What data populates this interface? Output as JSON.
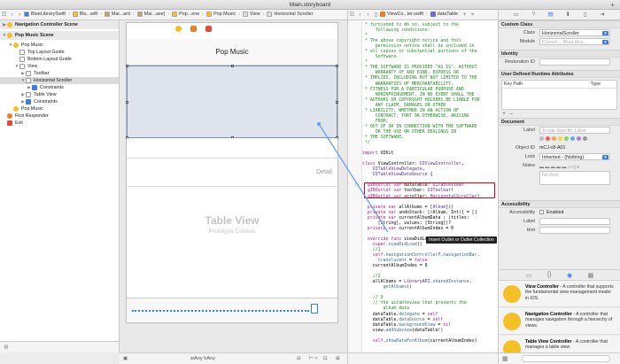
{
  "window": {
    "title": "Main.storyboard"
  },
  "jumpbar": {
    "crumbs": [
      "BlueLibrarySwift",
      "Blu...wift",
      "Mai...ard",
      "Mai...ase)",
      "Pop...ene",
      "Pop Music",
      "View",
      "Horizontal Scroller"
    ],
    "right_crumbs": [
      "ViewCo...ler.swift",
      "dataTable"
    ]
  },
  "outline": {
    "items": [
      {
        "label": "Navigation Controller Scene",
        "section": true,
        "icon": "ico-yellow",
        "indent": 0,
        "tri": "▶"
      },
      {
        "label": "Pop Music Scene",
        "section": true,
        "icon": "ico-yellow",
        "indent": 0,
        "tri": "▼"
      },
      {
        "label": "Pop Music",
        "icon": "ico-yellow",
        "indent": 1,
        "tri": "▼"
      },
      {
        "label": "Top Layout Guide",
        "icon": "ico-box",
        "indent": 2,
        "tri": ""
      },
      {
        "label": "Bottom Layout Guide",
        "icon": "ico-box",
        "indent": 2,
        "tri": ""
      },
      {
        "label": "View",
        "icon": "ico-box",
        "indent": 2,
        "tri": "▼"
      },
      {
        "label": "Toolbar",
        "icon": "ico-box",
        "indent": 3,
        "tri": "▶"
      },
      {
        "label": "Horizontal Scroller",
        "icon": "ico-box",
        "indent": 3,
        "tri": "▼",
        "selected": true
      },
      {
        "label": "Constraints",
        "icon": "ico-blue",
        "indent": 4,
        "tri": "▶"
      },
      {
        "label": "Table View",
        "icon": "ico-box",
        "indent": 3,
        "tri": "▶"
      },
      {
        "label": "Constraints",
        "icon": "ico-blue",
        "indent": 3,
        "tri": "▶"
      },
      {
        "label": "Pop Music",
        "icon": "ico-yellow",
        "indent": 1,
        "tri": ""
      },
      {
        "label": "First Responder",
        "icon": "ico-orange",
        "indent": 0,
        "tri": ""
      },
      {
        "label": "Exit",
        "icon": "ico-red",
        "indent": 0,
        "tri": ""
      }
    ]
  },
  "canvas": {
    "nav_title": "Pop Music",
    "detail": "Detail",
    "table_title": "Table View",
    "table_subtitle": "Prototype Content",
    "size_class": "wAny  hAny"
  },
  "code": {
    "lines": [
      {
        "n": "9",
        "segs": [
          [
            "c-com",
            " * furnished to do so, subject to the"
          ]
        ]
      },
      {
        "n": "",
        "segs": [
          [
            "c-com",
            "     following conditions:"
          ]
        ]
      },
      {
        "n": "10",
        "segs": [
          [
            "c-com",
            " *"
          ]
        ]
      },
      {
        "n": "11",
        "segs": [
          [
            "c-com",
            " * The above copyright notice and this"
          ]
        ]
      },
      {
        "n": "",
        "segs": [
          [
            "c-com",
            "     permission notice shall be included in"
          ]
        ]
      },
      {
        "n": "",
        "segs": [
          [
            "c-com",
            " * all copies or substantial portions of the"
          ]
        ]
      },
      {
        "n": "",
        "segs": [
          [
            "c-com",
            "     Software."
          ]
        ]
      },
      {
        "n": "12",
        "segs": [
          [
            "c-com",
            " *"
          ]
        ]
      },
      {
        "n": "13",
        "segs": [
          [
            "c-com",
            " * THE SOFTWARE IS PROVIDED \"AS IS\", WITHOUT"
          ]
        ]
      },
      {
        "n": "",
        "segs": [
          [
            "c-com",
            "     WARRANTY OF ANY KIND, EXPRESS OR"
          ]
        ]
      },
      {
        "n": "14",
        "segs": [
          [
            "c-com",
            " * IMPLIED, INCLUDING BUT NOT LIMITED TO THE"
          ]
        ]
      },
      {
        "n": "",
        "segs": [
          [
            "c-com",
            "     WARRANTIES OF MERCHANTABILITY,"
          ]
        ]
      },
      {
        "n": "15",
        "segs": [
          [
            "c-com",
            " * FITNESS FOR A PARTICULAR PURPOSE AND"
          ]
        ]
      },
      {
        "n": "",
        "segs": [
          [
            "c-com",
            "     NONINFRINGEMENT. IN NO EVENT SHALL THE"
          ]
        ]
      },
      {
        "n": "16",
        "segs": [
          [
            "c-com",
            " * AUTHORS OR COPYRIGHT HOLDERS BE LIABLE FOR"
          ]
        ]
      },
      {
        "n": "",
        "segs": [
          [
            "c-com",
            "     ANY CLAIM, DAMAGES OR OTHER"
          ]
        ]
      },
      {
        "n": "17",
        "segs": [
          [
            "c-com",
            " * LIABILITY, WHETHER IN AN ACTION OF"
          ]
        ]
      },
      {
        "n": "",
        "segs": [
          [
            "c-com",
            "     CONTRACT, TORT OR OTHERWISE, ARISING"
          ]
        ]
      },
      {
        "n": "",
        "segs": [
          [
            "c-com",
            "     FROM,"
          ]
        ]
      },
      {
        "n": "18",
        "segs": [
          [
            "c-com",
            " * OUT OF OR IN CONNECTION WITH THE SOFTWARE"
          ]
        ]
      },
      {
        "n": "",
        "segs": [
          [
            "c-com",
            "     OR THE USE OR OTHER DEALINGS IN"
          ]
        ]
      },
      {
        "n": "19",
        "segs": [
          [
            "c-com",
            " * THE SOFTWARE."
          ]
        ]
      },
      {
        "n": "20",
        "segs": [
          [
            "c-com",
            " */"
          ]
        ]
      },
      {
        "n": "21",
        "segs": [
          [
            "c-txt",
            ""
          ]
        ]
      },
      {
        "n": "22",
        "segs": [
          [
            "c-kw",
            "import"
          ],
          [
            "c-txt",
            " UIKit"
          ]
        ]
      },
      {
        "n": "23",
        "segs": [
          [
            "c-txt",
            ""
          ]
        ]
      },
      {
        "n": "24",
        "segs": [
          [
            "c-kw",
            "class"
          ],
          [
            "c-txt",
            " ViewController: "
          ],
          [
            "c-type",
            "UIViewController"
          ],
          [
            "c-txt",
            ","
          ]
        ]
      },
      {
        "n": "",
        "segs": [
          [
            "c-txt",
            "    "
          ],
          [
            "c-type",
            "UITableViewDelegate"
          ],
          [
            "c-txt",
            ","
          ]
        ]
      },
      {
        "n": "",
        "segs": [
          [
            "c-txt",
            "    "
          ],
          [
            "c-type",
            "UITableViewDataSource"
          ],
          [
            "c-txt",
            " {"
          ]
        ]
      },
      {
        "n": "25",
        "segs": [
          [
            "c-txt",
            ""
          ]
        ]
      },
      {
        "n": "26",
        "segs": [
          [
            "c-kw",
            "  @IBOutlet var"
          ],
          [
            "c-txt",
            " dataTable: "
          ],
          [
            "c-type",
            "UITableView"
          ],
          [
            "c-txt",
            "!"
          ]
        ]
      },
      {
        "n": "27",
        "segs": [
          [
            "c-kw",
            "  @IBOutlet var"
          ],
          [
            "c-txt",
            " toolbar: "
          ],
          [
            "c-type",
            "UIToolbar"
          ],
          [
            "c-txt",
            "!"
          ]
        ]
      },
      {
        "n": "28",
        "segs": [
          [
            "c-kw",
            "  @IBOutlet var"
          ],
          [
            "c-txt",
            " scroller: "
          ],
          [
            "c-type",
            "HorizontalScroller"
          ],
          [
            "c-txt",
            "!"
          ]
        ]
      },
      {
        "n": "29",
        "segs": [
          [
            "c-txt",
            ""
          ]
        ]
      },
      {
        "n": "30",
        "segs": [
          [
            "c-kw",
            "  private var"
          ],
          [
            "c-txt",
            " allAlbums = ["
          ],
          [
            "c-type",
            "Album"
          ],
          [
            "c-txt",
            "]()"
          ]
        ]
      },
      {
        "n": "31",
        "segs": [
          [
            "c-kw",
            "  private var"
          ],
          [
            "c-txt",
            " undoStack: [(Album, Int)] = []"
          ]
        ]
      },
      {
        "n": "32",
        "segs": [
          [
            "c-kw",
            "  private var"
          ],
          [
            "c-txt",
            " currentAlbumData : (titles:"
          ]
        ]
      },
      {
        "n": "",
        "segs": [
          [
            "c-txt",
            "      [String], values: [String])?"
          ]
        ]
      },
      {
        "n": "33",
        "segs": [
          [
            "c-kw",
            "  private var"
          ],
          [
            "c-txt",
            " currentAlbumIndex = 0"
          ]
        ]
      },
      {
        "n": "34",
        "segs": [
          [
            "c-txt",
            ""
          ]
        ]
      },
      {
        "n": "35",
        "segs": [
          [
            "c-kw",
            "  override func"
          ],
          [
            "c-txt",
            " viewDidLoad() {"
          ]
        ]
      },
      {
        "n": "36",
        "segs": [
          [
            "c-kw",
            "    super"
          ],
          [
            "c-txt",
            "."
          ],
          [
            "c-fn",
            "viewDidLoad"
          ],
          [
            "c-txt",
            "()"
          ]
        ]
      },
      {
        "n": "37",
        "segs": [
          [
            "c-com",
            "    //1"
          ]
        ]
      },
      {
        "n": "38",
        "segs": [
          [
            "c-kw",
            "    self"
          ],
          [
            "c-txt",
            "."
          ],
          [
            "c-fn",
            "navigationController"
          ],
          [
            "c-txt",
            "?."
          ],
          [
            "c-fn",
            "navigationBar"
          ],
          [
            "c-txt",
            "."
          ]
        ]
      },
      {
        "n": "",
        "segs": [
          [
            "c-txt",
            "      "
          ],
          [
            "c-fn",
            "translucent"
          ],
          [
            "c-txt",
            " = "
          ],
          [
            "c-kw",
            "false"
          ]
        ]
      },
      {
        "n": "39",
        "segs": [
          [
            "c-txt",
            "    currentAlbumIndex = 0"
          ]
        ]
      },
      {
        "n": "40",
        "segs": [
          [
            "c-txt",
            ""
          ]
        ]
      },
      {
        "n": "41",
        "segs": [
          [
            "c-com",
            "    //2"
          ]
        ]
      },
      {
        "n": "42",
        "segs": [
          [
            "c-txt",
            "    allAlbums = "
          ],
          [
            "c-type",
            "LibraryAPI"
          ],
          [
            "c-txt",
            "."
          ],
          [
            "c-fn",
            "sharedInstance"
          ],
          [
            "c-txt",
            "."
          ]
        ]
      },
      {
        "n": "",
        "segs": [
          [
            "c-txt",
            "        "
          ],
          [
            "c-fn",
            "getAlbums"
          ],
          [
            "c-txt",
            "()"
          ]
        ]
      },
      {
        "n": "43",
        "segs": [
          [
            "c-txt",
            ""
          ]
        ]
      },
      {
        "n": "44",
        "segs": [
          [
            "c-com",
            "    // 3"
          ]
        ]
      },
      {
        "n": "45",
        "segs": [
          [
            "c-com",
            "    // the uitableview that presents the"
          ]
        ]
      },
      {
        "n": "",
        "segs": [
          [
            "c-com",
            "        album data"
          ]
        ]
      },
      {
        "n": "46",
        "segs": [
          [
            "c-txt",
            "    dataTable."
          ],
          [
            "c-fn",
            "delegate"
          ],
          [
            "c-txt",
            " = "
          ],
          [
            "c-kw",
            "self"
          ]
        ]
      },
      {
        "n": "47",
        "segs": [
          [
            "c-txt",
            "    dataTable."
          ],
          [
            "c-fn",
            "dataSource"
          ],
          [
            "c-txt",
            " = "
          ],
          [
            "c-kw",
            "self"
          ]
        ]
      },
      {
        "n": "48",
        "segs": [
          [
            "c-txt",
            "    dataTable."
          ],
          [
            "c-fn",
            "backgroundView"
          ],
          [
            "c-txt",
            " = "
          ],
          [
            "c-kw",
            "nil"
          ]
        ]
      },
      {
        "n": "49",
        "segs": [
          [
            "c-txt",
            "    view."
          ],
          [
            "c-fn",
            "addSubview"
          ],
          [
            "c-txt",
            "(dataTable!)"
          ]
        ]
      },
      {
        "n": "50",
        "segs": [
          [
            "c-txt",
            ""
          ]
        ]
      },
      {
        "n": "51",
        "segs": [
          [
            "c-kw",
            "    self"
          ],
          [
            "c-txt",
            "."
          ],
          [
            "c-fn",
            "showDataForAlbum"
          ],
          [
            "c-txt",
            "(currentAlbumIndex)"
          ]
        ]
      }
    ],
    "tooltip": "Insert Outlet or Outlet Collection"
  },
  "inspector": {
    "custom_class": {
      "header": "Custom Class",
      "class_label": "Class",
      "class_value": "HorizontalScroller",
      "module_label": "Module",
      "module_value": "Current – BlueLibra..."
    },
    "identity": {
      "header": "Identity",
      "restoration_label": "Restoration ID",
      "restoration_value": ""
    },
    "udra": {
      "header": "User Defined Runtime Attributes",
      "col_keypath": "Key Path",
      "col_type": "Type",
      "add": "+",
      "remove": "–"
    },
    "document": {
      "header": "Document",
      "label_label": "Label",
      "label_placeholder": "Xcode Specific Label",
      "objectid_label": "Object ID",
      "objectid_value": "mCJ-c8-A01",
      "lock_label": "Lock",
      "lock_value": "Inherited - (Nothing)",
      "notes_label": "Notes",
      "notes_placeholder": "No Font"
    },
    "accessibility": {
      "header": "Accessibility",
      "accessibility_label": "Accessibility",
      "enabled_label": "Enabled",
      "label_label": "Label",
      "hint_label": "Hint"
    },
    "library": [
      {
        "title": "View Controller",
        "desc": " - A controller that supports the fundamental view-management model in iOS.",
        "color": "#f5c026"
      },
      {
        "title": "Navigation Controller",
        "desc": " - A controller that manages navigation through a hierarchy of views.",
        "color": "#f5c026"
      },
      {
        "title": "Table View Controller",
        "desc": " - A controller that manages a table view.",
        "color": "#f5c026"
      }
    ]
  },
  "colors": {
    "accent": "#2f7bf6",
    "outlet_box": "#d0021b",
    "comment": "#218e21",
    "keyword": "#b0188f"
  }
}
